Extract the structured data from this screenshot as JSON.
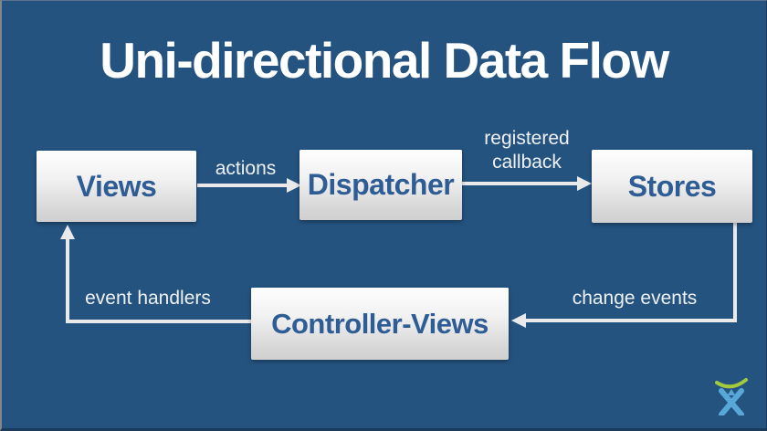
{
  "slide": {
    "title": "Uni-directional Data Flow",
    "nodes": [
      {
        "id": "views",
        "label": "Views"
      },
      {
        "id": "dispatcher",
        "label": "Dispatcher"
      },
      {
        "id": "stores",
        "label": "Stores"
      },
      {
        "id": "controller-views",
        "label": "Controller-Views"
      }
    ],
    "edges": [
      {
        "from": "views",
        "to": "dispatcher",
        "label": "actions"
      },
      {
        "from": "dispatcher",
        "to": "stores",
        "label": "registered callback"
      },
      {
        "from": "stores",
        "to": "controller-views",
        "label": "change events"
      },
      {
        "from": "controller-views",
        "to": "views",
        "label": "event handlers"
      }
    ],
    "colors": {
      "background": "#245380",
      "node_text": "#2E5C94",
      "arrow": "#EAEAEA",
      "title_text": "#FFFFFF",
      "logo_green": "#A4C93D",
      "logo_blue": "#57A7D7"
    },
    "logo_name": "atlassian-charlie-logo"
  }
}
